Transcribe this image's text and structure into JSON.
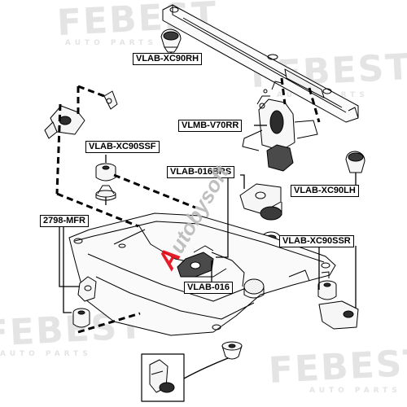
{
  "watermark": {
    "brand": "FEBEST",
    "slogan": "AUTO PARTS"
  },
  "brand_mark": {
    "initial": "A",
    "text": "utobysoft",
    "accent_color": "#e30613"
  },
  "labels": {
    "vlab_xc90rh": "VLAB-XC90RH",
    "vlmb_v70rr": "VLMB-V70RR",
    "vlab_xc90ssf": "VLAB-XC90SSF",
    "vlab_016brs": "VLAB-016BRS",
    "vlab_xc90lh": "VLAB-XC90LH",
    "mfr_2798": "2798-MFR",
    "vlab_xc90ssr": "VLAB-XC90SSR",
    "vlab_016": "VLAB-016"
  }
}
